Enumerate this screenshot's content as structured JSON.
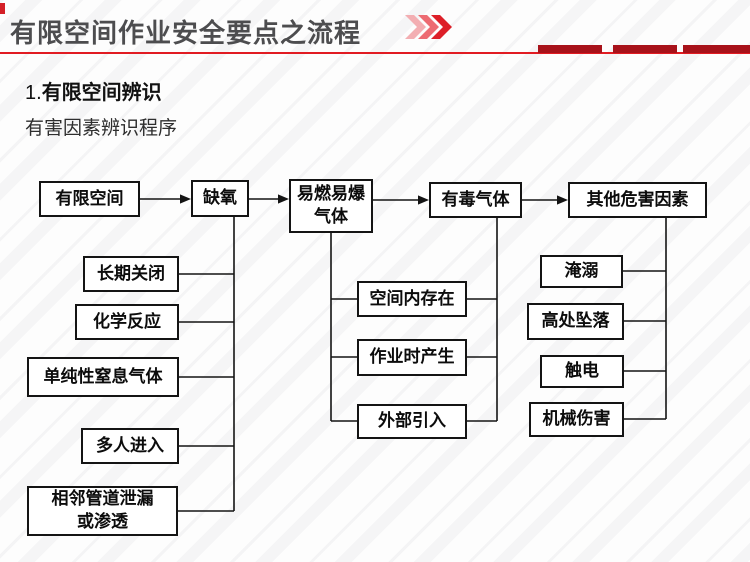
{
  "header": {
    "title": "有限空间作业安全要点之流程",
    "accent_color": "#e11b22",
    "dash_color": "#a8121a"
  },
  "section": {
    "number": "1.",
    "heading": "有限空间辨识",
    "subheading": "有害因素辨识程序"
  },
  "flowchart": {
    "main_flow": [
      {
        "label": "有限空间"
      },
      {
        "label": "缺氧"
      },
      {
        "label": "易燃易爆\n气体"
      },
      {
        "label": "有毒气体"
      },
      {
        "label": "其他危害因素"
      }
    ],
    "oxygen_deficiency_causes": [
      {
        "label": "长期关闭"
      },
      {
        "label": "化学反应"
      },
      {
        "label": "单纯性窒息气体"
      },
      {
        "label": "多人进入"
      },
      {
        "label": "相邻管道泄漏\n或渗透"
      }
    ],
    "gas_sources": [
      {
        "label": "空间内存在"
      },
      {
        "label": "作业时产生"
      },
      {
        "label": "外部引入"
      }
    ],
    "other_hazards": [
      {
        "label": "淹溺"
      },
      {
        "label": "高处坠落"
      },
      {
        "label": "触电"
      },
      {
        "label": "机械伤害"
      }
    ]
  }
}
